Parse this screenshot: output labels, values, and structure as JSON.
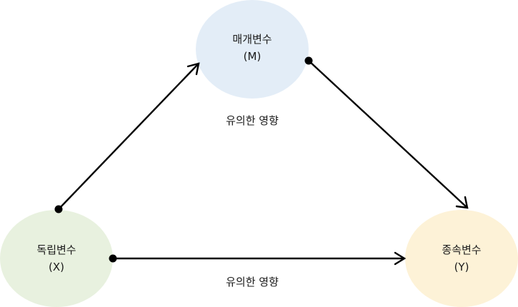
{
  "nodes": {
    "mediator": {
      "name": "매개변수",
      "symbol": "(M)",
      "fill": "#e3edf7"
    },
    "independent": {
      "name": "독립변수",
      "symbol": "(X)",
      "fill": "#e8f1df"
    },
    "dependent": {
      "name": "종속변수",
      "symbol": "(Y)",
      "fill": "#fdf2d7"
    }
  },
  "edges": {
    "upper_label": "유의한 영향",
    "lower_label": "유의한 영향"
  },
  "colors": {
    "arrow": "#000000",
    "text": "#1a1a1a"
  }
}
